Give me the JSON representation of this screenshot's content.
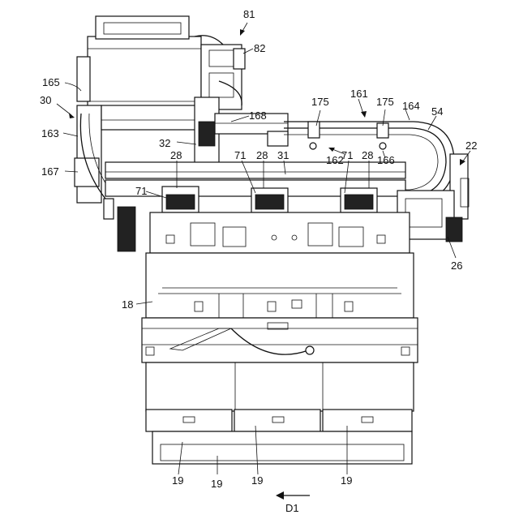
{
  "labels": {
    "l81": "81",
    "l82": "82",
    "l165": "165",
    "l30": "30",
    "l163": "163",
    "l167": "167",
    "l32": "32",
    "l168": "168",
    "l175a": "175",
    "l161": "161",
    "l175b": "175",
    "l164": "164",
    "l54": "54",
    "l22": "22",
    "l162": "162",
    "l166": "166",
    "l28a": "28",
    "l71a": "71",
    "l28b": "28",
    "l31": "31",
    "l71b": "71",
    "l28c": "28",
    "l71c": "71",
    "l26": "26",
    "l18": "18",
    "l19a": "19",
    "l19b": "19",
    "l19c": "19",
    "l19d": "19",
    "lD1": "D1"
  }
}
